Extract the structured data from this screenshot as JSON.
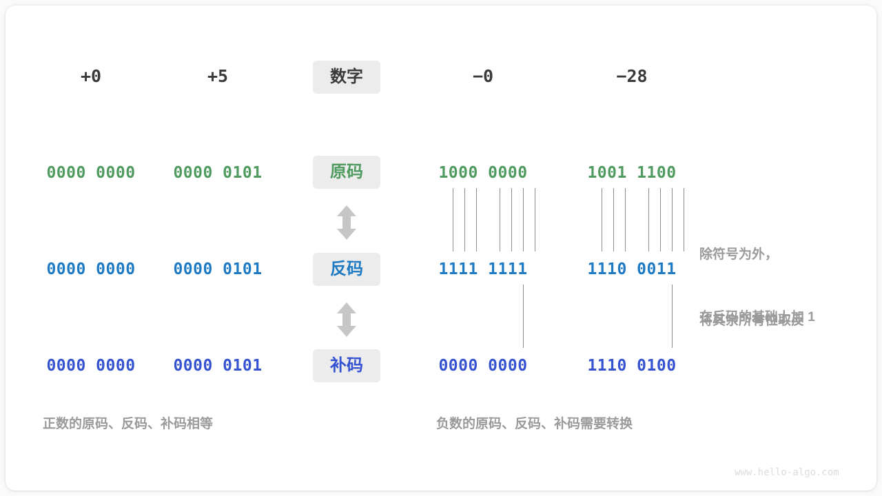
{
  "diagram": {
    "title_watermark": "www.hello-algo.com",
    "colors": {
      "true_form": "#4e9a5f",
      "inverse_form": "#1f7ac4",
      "complement_form": "#3552d0",
      "badge_bg": "#ececec",
      "note_gray": "#9a9a9a",
      "line_gray": "#8c8c8c",
      "header_text": "#3a3a3a"
    },
    "row_labels": [
      {
        "key": "number",
        "label": "数字"
      },
      {
        "key": "true_form",
        "label": "原码"
      },
      {
        "key": "inverse",
        "label": "反码"
      },
      {
        "key": "complement",
        "label": "补码"
      }
    ],
    "columns": [
      {
        "key": "pos0",
        "header": "+0",
        "true_form": "0000 0000",
        "inverse": "0000 0000",
        "complement": "0000 0000"
      },
      {
        "key": "pos5",
        "header": "+5",
        "true_form": "0000 0101",
        "inverse": "0000 0101",
        "complement": "0000 0101"
      },
      {
        "key": "neg0",
        "header": "−0",
        "true_form": "1000 0000",
        "inverse": "1111 1111",
        "complement": "0000 0000"
      },
      {
        "key": "neg28",
        "header": "−28",
        "true_form": "1001 1100",
        "inverse": "1110 0011",
        "complement": "1110 0100"
      }
    ],
    "annotations": {
      "invert_note_line1": "除符号为外，",
      "invert_note_line2": "将其余所有位取反",
      "add_one_note": "在反码的基础上加 1"
    },
    "captions": {
      "positive": "正数的原码、反码、补码相等",
      "negative": "负数的原码、反码、补码需要转换"
    }
  }
}
